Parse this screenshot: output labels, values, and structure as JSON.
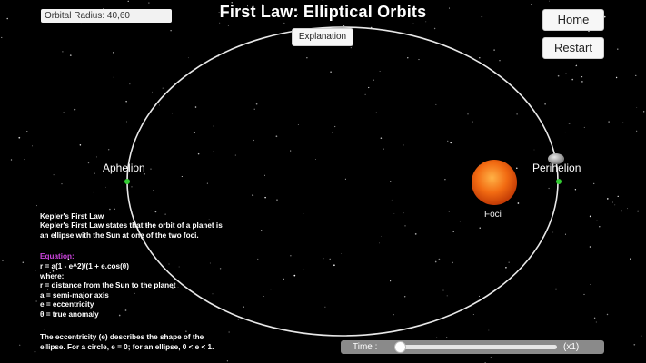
{
  "header": {
    "title": "First Law: Elliptical Orbits",
    "orbital_radius": "Orbital Radius: 40,60"
  },
  "buttons": {
    "home": "Home",
    "restart": "Restart",
    "explanation": "Explanation"
  },
  "labels": {
    "aphelion": "Aphelion",
    "perihelion": "Perihelion",
    "foci": "Foci"
  },
  "info": {
    "heading": "Kepler's First Law",
    "description": [
      "Kepler's First Law states that the orbit of a planet is",
      "an ellipse with the Sun at one of the two foci."
    ],
    "equation_title": "Equation:",
    "equation_lines": [
      "r = a(1 - e^2)/(1 + e.cos(θ)",
      "where:",
      "r = distance from the Sun to the planet",
      "a = semi-major axis",
      "e = eccentricity",
      "θ = true anomaly"
    ],
    "note": [
      "The eccentricity (e) describes the shape of the",
      "ellipse. For a circle, e = 0; for an ellipse, 0 < e < 1."
    ]
  },
  "time_control": {
    "label": "Time :",
    "speed": "(x1)",
    "slider_fraction": 0.0
  },
  "colors": {
    "background": "#000000",
    "orbit": "#e8e8e8",
    "marker": "#33cc33",
    "sun": "#f26b12",
    "equation_title": "#cc44dd"
  }
}
